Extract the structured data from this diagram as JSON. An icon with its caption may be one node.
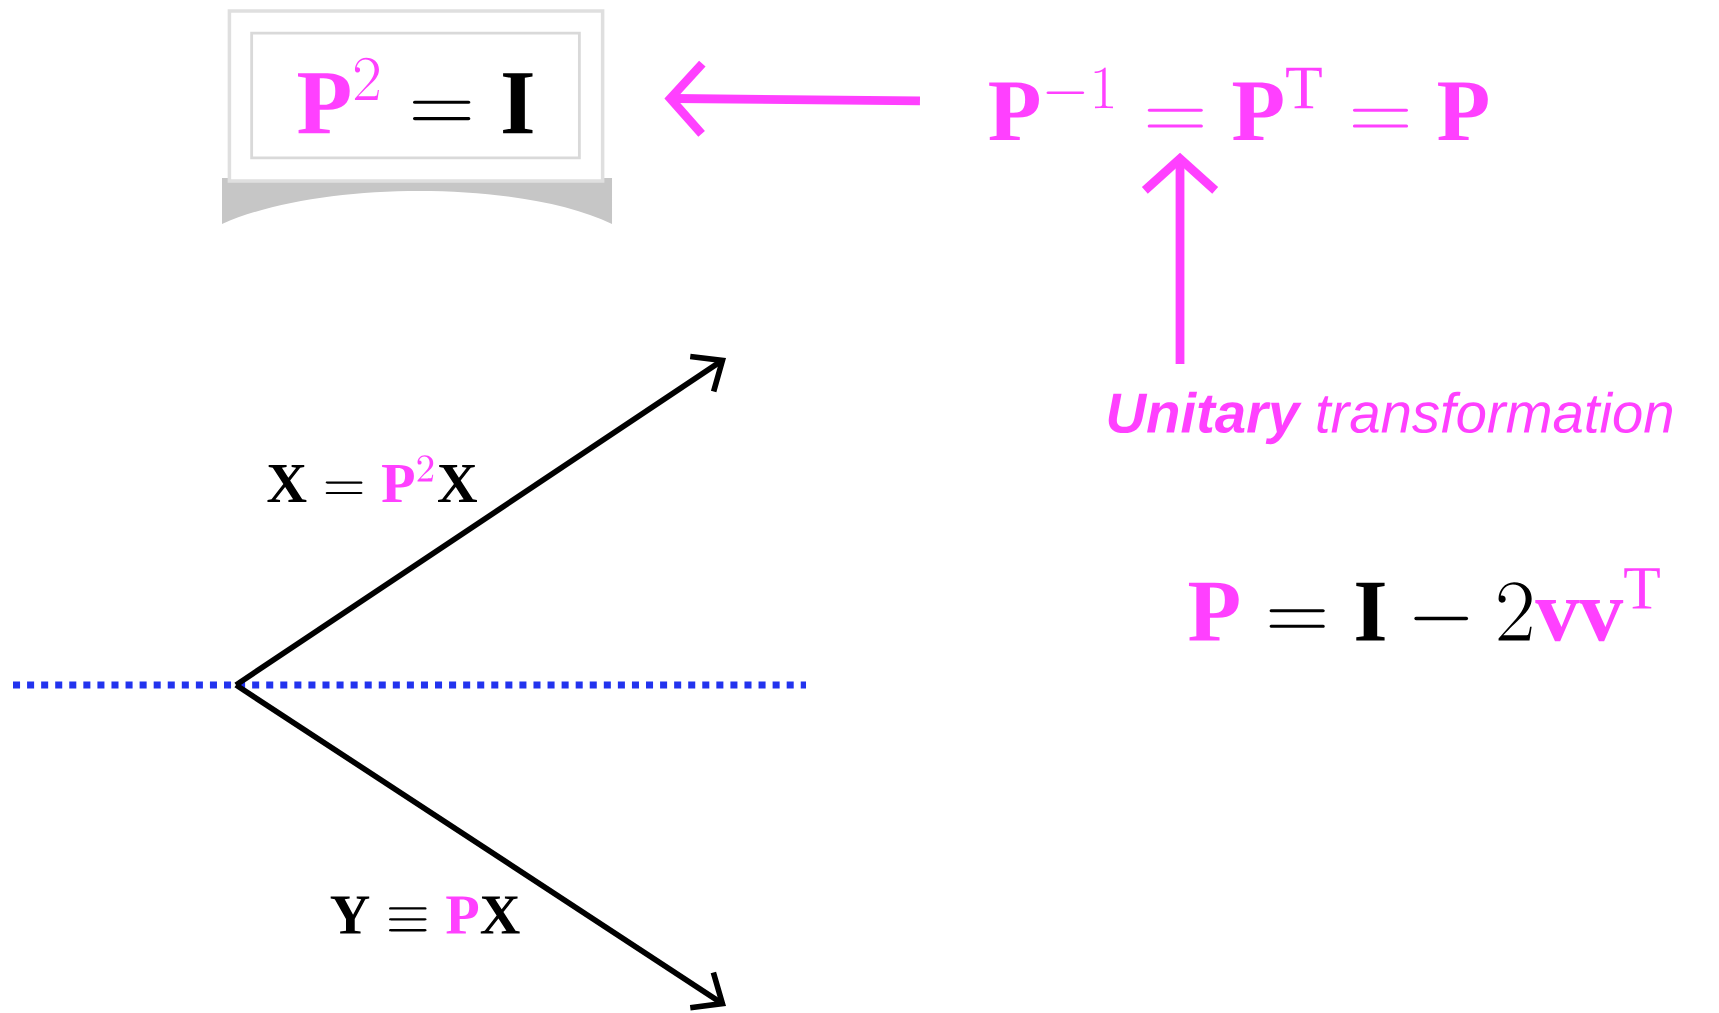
{
  "diagram": {
    "nodes": [
      {
        "text": [
          "\\textcolor{hl}{\\mathbf{P}^{2}} = \\mathbf{I}"
        ]
      },
      {
        "text": [
          "\\textcolor{hl}{\\mathbf{P}^{-1} = \\mathbf{P}^{\\mathrm{T}} = \\mathbf{P}}"
        ]
      },
      {
        "text": [
          "**Unitary** transformation"
        ]
      }
    ],
    "edges": [
      {
        "from": 1,
        "to": 0,
        "arrow": "to"
      },
      {
        "from": 2,
        "to": 1,
        "arrow": "to"
      }
    ],
    "labels": [
      "\\mathbf{X} = \\textcolor{hl}{\\mathbf{P}^{2}}\\mathbf{X}",
      "\\textcolor{hl}{\\mathbf{P}} = \\mathbf{I} - 2\\textcolor{hl}{\\mathbf{vv}^{\\mathrm{T}}}",
      "\\mathbf{Y} \\equiv \\textcolor{hl}{\\mathbf{P}}\\mathbf{X}"
    ]
  }
}
